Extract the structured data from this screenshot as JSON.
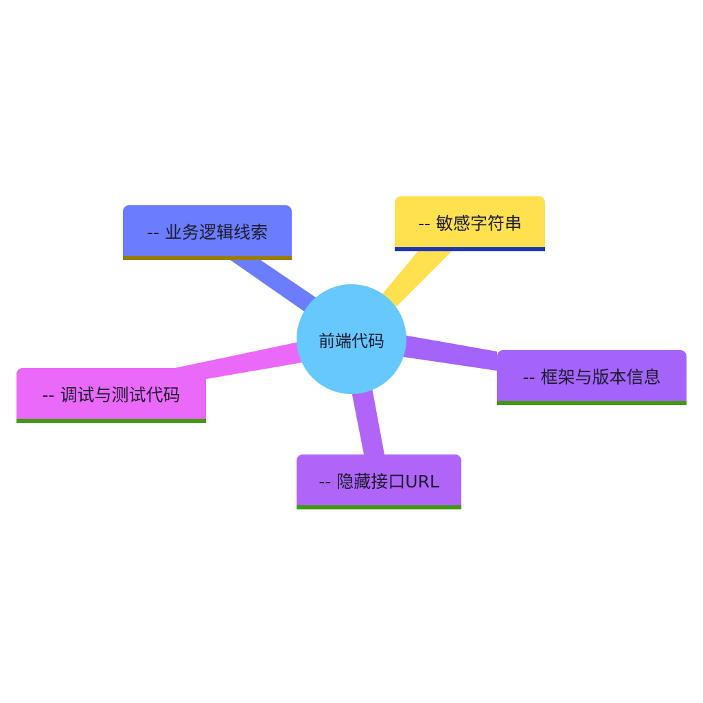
{
  "root": {
    "label": "前端代码",
    "color": "#66c8fc"
  },
  "branches": [
    {
      "id": "business",
      "label": "-- 业务逻辑线索",
      "color": "#6b7cfc",
      "underline": "#9a7d00"
    },
    {
      "id": "sensitive",
      "label": "-- 敏感字符串",
      "color": "#ffe04f",
      "underline": "#1f37b5"
    },
    {
      "id": "framework",
      "label": "-- 框架与版本信息",
      "color": "#a463fa",
      "underline": "#3f9a12"
    },
    {
      "id": "debug",
      "label": "-- 调试与测试代码",
      "color": "#ea69f8",
      "underline": "#3f9a12"
    },
    {
      "id": "hidden",
      "label": "-- 隐藏接口URL",
      "color": "#b165f8",
      "underline": "#3f9a12"
    }
  ]
}
